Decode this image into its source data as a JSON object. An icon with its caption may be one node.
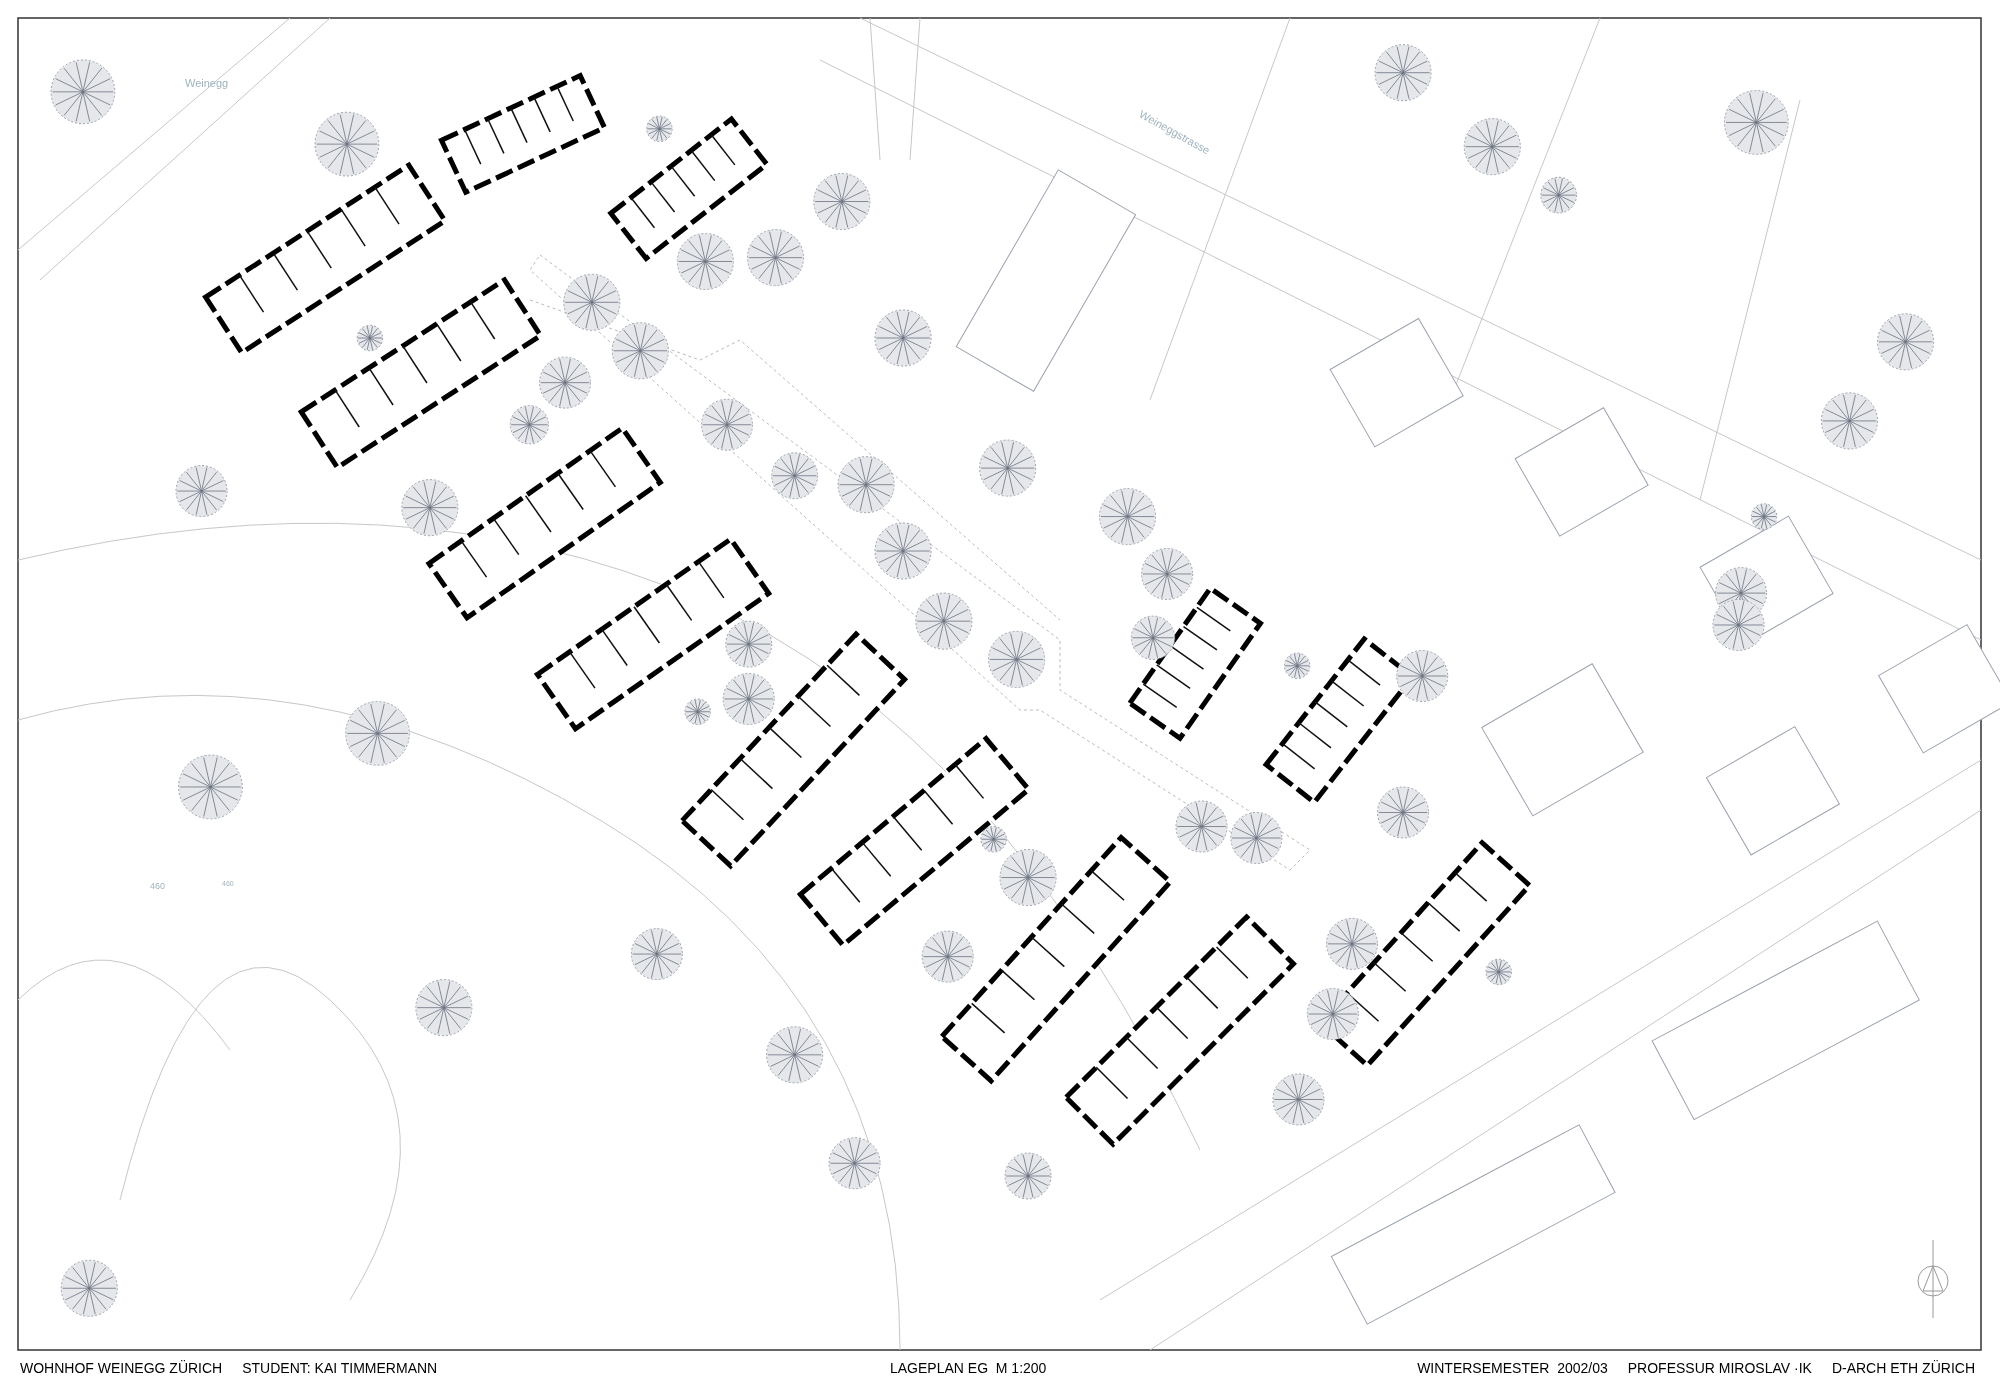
{
  "diagram": {
    "labels": [
      "Weinegg",
      "Weineggstrasse",
      "460",
      "460",
      "WOHNHOF WEINEGG ZÜRICH",
      "STUDENT: KAI TIMMERMANN",
      "LAGEPLAN EG  M 1:200",
      "WINTERSEMESTER  2002/03",
      "PROFESSUR MIROSLAV ·IK",
      "D-ARCH ETH ZÜRICH"
    ]
  }
}
